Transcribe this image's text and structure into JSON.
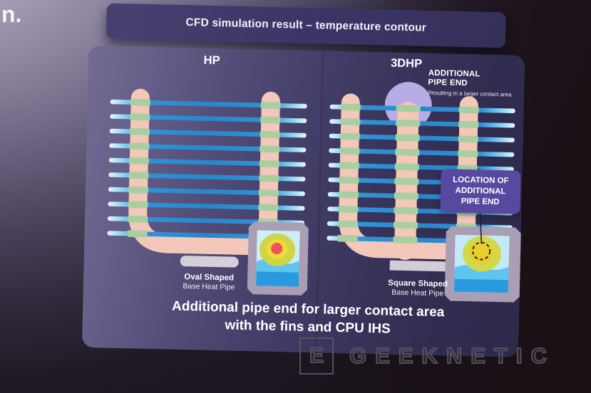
{
  "screen": {
    "corner_text": "n.",
    "watermark": {
      "logo_letter": "E",
      "brand_text": "GEEKNETIC"
    }
  },
  "slide": {
    "title": "CFD simulation result – temperature contour",
    "footer": {
      "line1": "Additional pipe end for larger contact area",
      "line2": "with the fins and CPU IHS"
    },
    "diagrams": {
      "hp": {
        "label": "HP",
        "base_caption": {
          "line1": "Oval Shaped",
          "line2": "Base Heat Pipe"
        }
      },
      "threedhp": {
        "label": "3DHP",
        "pipe_end_note": {
          "title_line1": "ADDITIONAL",
          "title_line2": "PIPE END",
          "subtitle": "Resulting in a larger contact area"
        },
        "location_callout": {
          "line1": "LOCATION OF",
          "line2": "ADDITIONAL",
          "line3": "PIPE END"
        },
        "base_caption": {
          "line1": "Square Shaped",
          "line2": "Base Heat Pipe"
        }
      }
    },
    "colors": {
      "heat_pipe_pink": "#f3c7ba",
      "fin_blue": "#2f93d6",
      "fin_tip_cyan": "#e2f8fe",
      "fin_crossing_green": "#a9cfa0",
      "highlight_circle_lavender": "#b8ace6",
      "callout_purple": "#57499f",
      "ihs_frame_gray": "#a99eb4",
      "contour_cold_blue": "#2a9ade",
      "contour_cyan": "#5ec5ef",
      "contour_warm_olive": "#ced546",
      "contour_hot_yellow": "#eedb38",
      "hotspot_red": "#f25062",
      "slide_panel": "#3b3660",
      "title_bar": "#3d3768"
    }
  }
}
